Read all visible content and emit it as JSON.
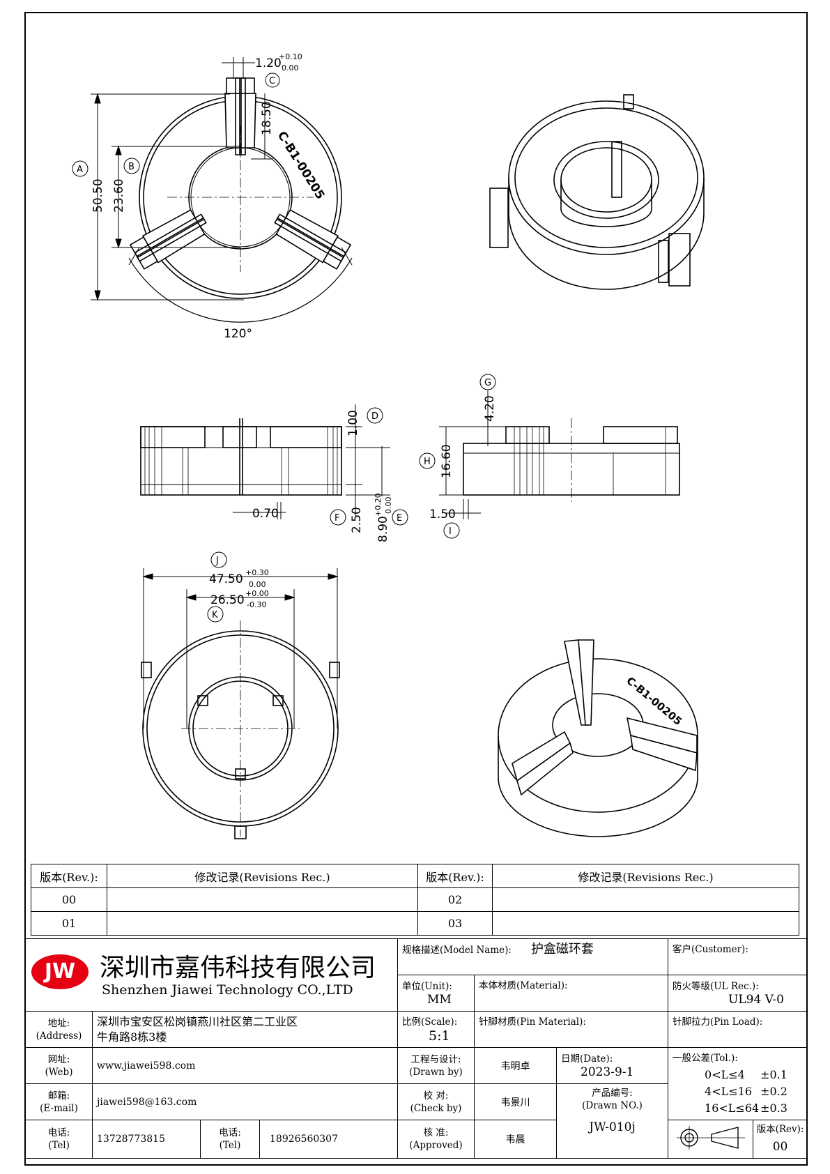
{
  "drawing": {
    "top_view": {
      "slot_width": "1.20",
      "slot_width_tol_upper": "+0.10",
      "slot_width_tol_lower": "0.00",
      "slot_depth": "18.50",
      "outer_dia": "50.50",
      "inner_dia": "23.60",
      "angle": "120°",
      "part_mark": "C-B1-00205",
      "tags": {
        "a": "A",
        "b": "B",
        "c": "C"
      }
    },
    "side_view_1": {
      "slot_depth": "1.00",
      "fin_gap": "0.70",
      "lower_height": "2.50",
      "height": "8.90",
      "height_tol_upper": "+0.20",
      "height_tol_lower": "0.00",
      "tags": {
        "d": "D",
        "e": "E",
        "f": "F"
      }
    },
    "side_view_2": {
      "tab_height": "4.20",
      "height": "16.60",
      "wall": "1.50",
      "tags": {
        "g": "G",
        "h": "H",
        "i": "I"
      }
    },
    "bottom_view": {
      "outer_dia": "47.50",
      "outer_tol_upper": "+0.30",
      "outer_tol_lower": "0.00",
      "inner_dia": "26.50",
      "inner_tol_upper": "+0.00",
      "inner_tol_lower": "-0.30",
      "tags": {
        "j": "J",
        "k": "K"
      }
    },
    "iso_mark": "C-B1-00205"
  },
  "revisions": {
    "rev_header": "版本(Rev.):",
    "rec_header": "修改记录(Revisions Rec.)",
    "left": [
      "00",
      "01"
    ],
    "right": [
      "02",
      "03"
    ]
  },
  "title_block": {
    "logo": "JW",
    "company_cn": "深圳市嘉伟科技有限公司",
    "company_en": "Shenzhen Jiawei Technology CO.,LTD",
    "model_label": "规格描述(Model Name):",
    "model_value": "护盒磁环套",
    "customer_label": "客户(Customer):",
    "unit_label": "单位(Unit):",
    "unit_value": "MM",
    "material_label": "本体材质(Material):",
    "ul_label": "防火等级(UL Rec.):",
    "ul_value": "UL94 V-0",
    "address_label_cn": "地址:",
    "address_label_en": "(Address)",
    "address_line1": "深圳市宝安区松岗镇燕川社区第二工业区",
    "address_line2": "牛角路8栋3楼",
    "scale_label": "比例(Scale):",
    "scale_value": "5:1",
    "pin_material_label": "针脚材质(Pin Material):",
    "pin_load_label": "针脚拉力(Pin Load):",
    "web_label_cn": "网址:",
    "web_label_en": "(Web)",
    "web_value": "www.jiawei598.com",
    "drawn_label_cn": "工程与设计:",
    "drawn_label_en": "(Drawn by)",
    "drawn_value": "韦明卓",
    "date_label": "日期(Date):",
    "date_value": "2023-9-1",
    "tol_label": "一般公差(Tol.):",
    "tol_rows": [
      {
        "range": "0<L≤4",
        "tol": "±0.1"
      },
      {
        "range": "4<L≤16",
        "tol": "±0.2"
      },
      {
        "range": "16<L≤64",
        "tol": "±0.3"
      }
    ],
    "email_label_cn": "邮箱:",
    "email_label_en": "(E-mail)",
    "email_value": "jiawei598@163.com",
    "check_label_cn": "校  对:",
    "check_label_en": "(Check by)",
    "check_value": "韦景川",
    "drawing_no_label_cn": "产品编号:",
    "drawing_no_label_en": "(Drawn NO.)",
    "drawing_no_value": "JW-010j",
    "tel_label_cn": "电话:",
    "tel_label_en": "(Tel)",
    "tel1_value": "13728773815",
    "tel2_value": "18926560307",
    "approved_label_cn": "核  准:",
    "approved_label_en": "(Approved)",
    "approved_value": "韦晨",
    "rev_label": "版本(Rev):",
    "rev_value": "00"
  }
}
